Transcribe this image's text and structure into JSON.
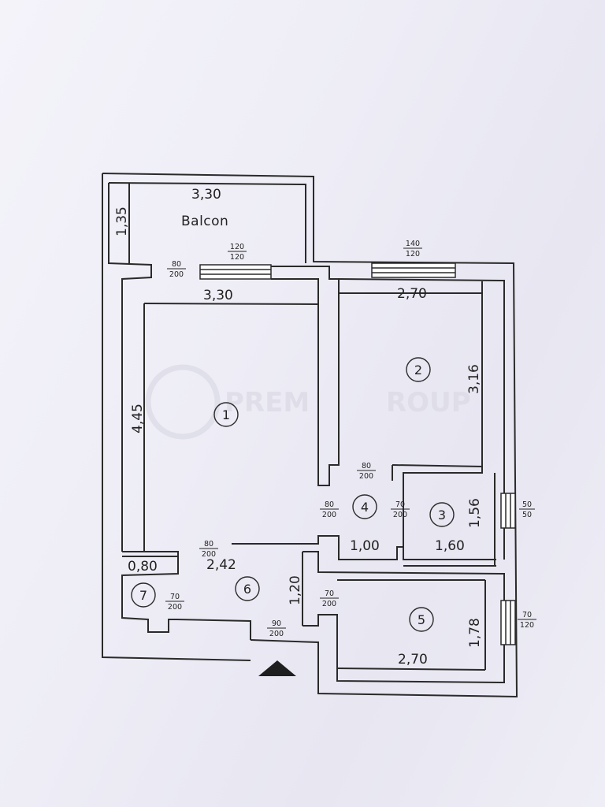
{
  "balcony": {
    "label": "Balcon",
    "width": "3,30",
    "depth": "1,35"
  },
  "watermark": {
    "text_left": "PREM",
    "text_right": "ROUP"
  },
  "dimensions": {
    "room1_width": "3,30",
    "room1_depth": "4,45",
    "room2_width": "2,70",
    "room2_depth": "3,16",
    "room3_width": "1,60",
    "room3_depth": "1,56",
    "room4_width": "1,00",
    "room5_width": "2,70",
    "room5_depth": "1,78",
    "room6_width": "2,42",
    "room6_depth": "1,20",
    "room7_width": "0,80"
  },
  "rooms": {
    "r1": "1",
    "r2": "2",
    "r3": "3",
    "r4": "4",
    "r5": "5",
    "r6": "6",
    "r7": "7"
  },
  "openings": {
    "balcony_door": {
      "top": "80",
      "bottom": "200"
    },
    "balcony_window": {
      "top": "120",
      "bottom": "120"
    },
    "room2_window": {
      "top": "140",
      "bottom": "120"
    },
    "room2_door": {
      "top": "80",
      "bottom": "200"
    },
    "room1_door": {
      "top": "80",
      "bottom": "200"
    },
    "room3_door": {
      "top": "70",
      "bottom": "200"
    },
    "room3_window": {
      "top": "50",
      "bottom": "50"
    },
    "room6_door": {
      "top": "80",
      "bottom": "200"
    },
    "room7_door": {
      "top": "70",
      "bottom": "200"
    },
    "room5_door": {
      "top": "70",
      "bottom": "200"
    },
    "room5_window": {
      "top": "70",
      "bottom": "120"
    },
    "entrance_door": {
      "top": "90",
      "bottom": "200"
    }
  }
}
